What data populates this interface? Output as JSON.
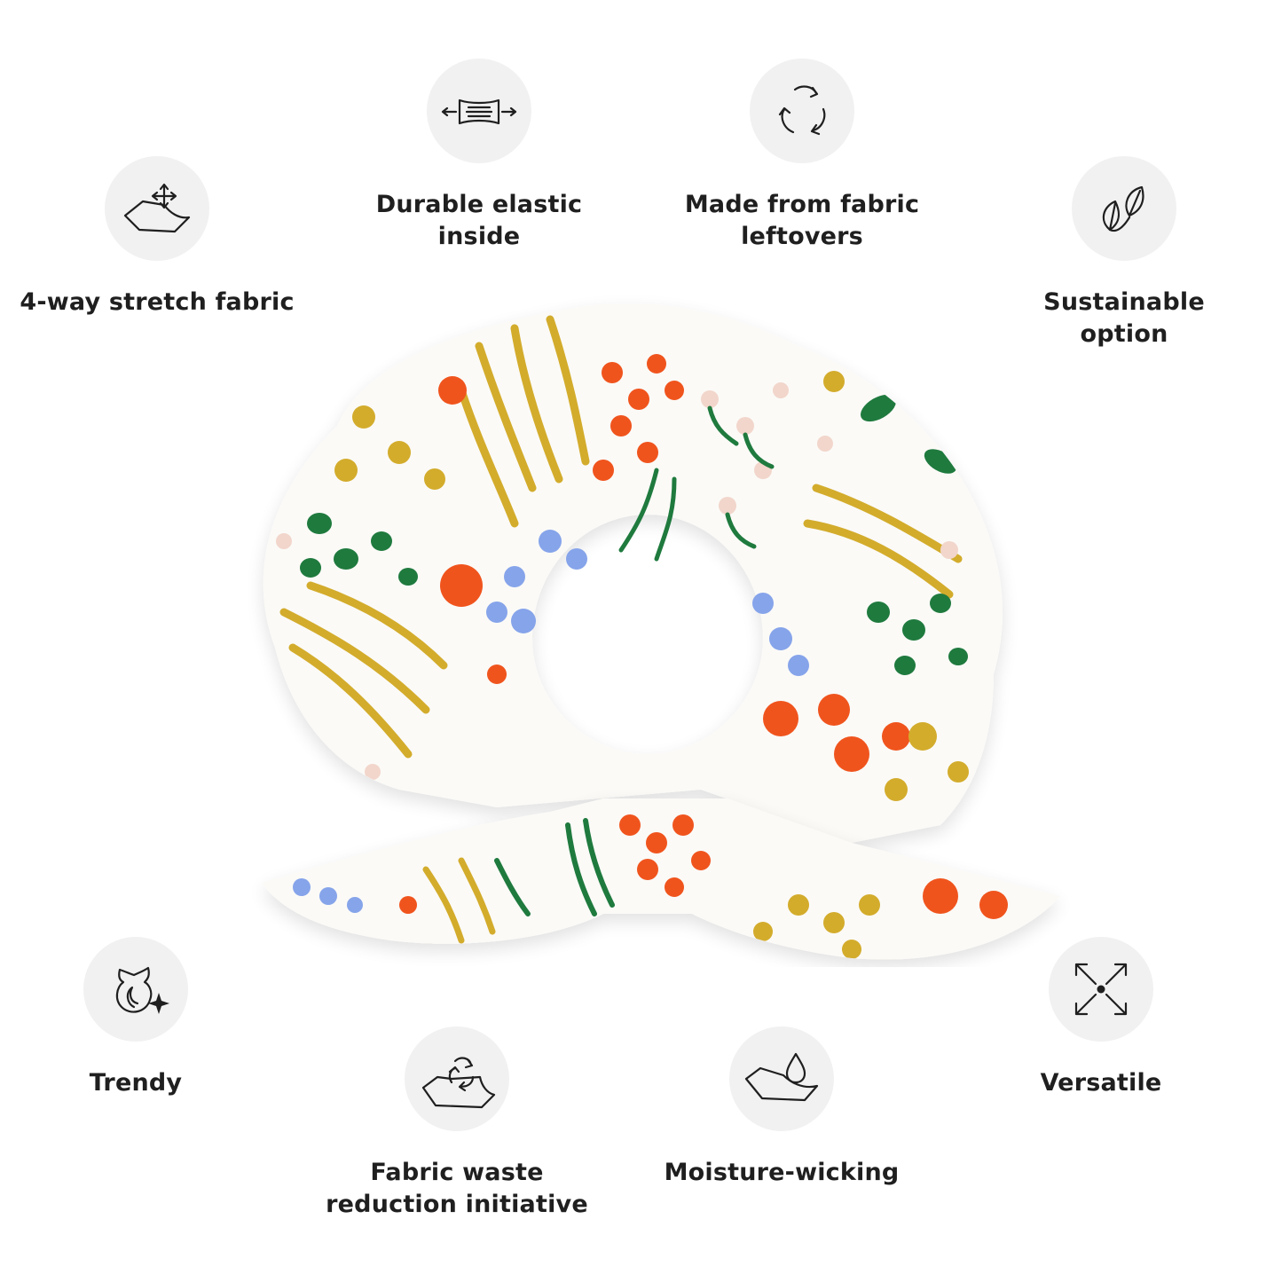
{
  "features": [
    {
      "id": "stretch",
      "label": "4-way stretch fabric",
      "icon": "stretch-fabric-icon"
    },
    {
      "id": "elastic",
      "label": "Durable elastic inside",
      "icon": "elastic-band-icon"
    },
    {
      "id": "leftovers",
      "label": "Made from fabric leftovers",
      "icon": "recycle-arrows-icon"
    },
    {
      "id": "sustainable",
      "label": "Sustainable option",
      "icon": "leaves-icon"
    },
    {
      "id": "trendy",
      "label": "Trendy",
      "icon": "trendy-sparkle-icon"
    },
    {
      "id": "waste",
      "label": "Fabric waste reduction initiative",
      "icon": "fabric-recycle-icon"
    },
    {
      "id": "moisture",
      "label": "Moisture-wicking",
      "icon": "moisture-drop-icon"
    },
    {
      "id": "versatile",
      "label": "Versatile",
      "icon": "expand-arrows-icon"
    }
  ],
  "colors": {
    "icon_bg": "#f1f1f1",
    "text": "#1f1f1f",
    "fabric": "#fbfaf7",
    "orange": "#f0541d",
    "mustard": "#d3ac2c",
    "green": "#1f7a3e",
    "blue": "#86a4ea",
    "blush": "#f2d6cb"
  }
}
